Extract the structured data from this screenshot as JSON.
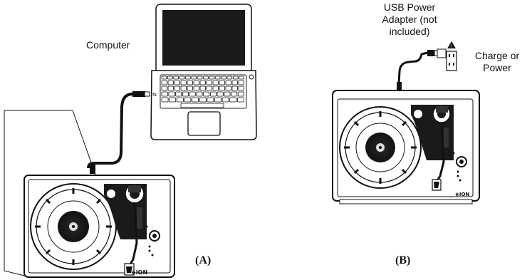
{
  "labels": {
    "computer": "Computer",
    "usb_adapter_line1": "USB Power",
    "usb_adapter_line2": "Adapter (not",
    "usb_adapter_line3": "included)",
    "charge_line1": "Charge or",
    "charge_line2": "Power"
  },
  "captions": {
    "a": "(A)",
    "b": "(B)"
  },
  "brand": "ION",
  "icons": [
    "laptop-icon",
    "turntable-icon",
    "usb-plug-icon",
    "power-outlet-icon",
    "warning-icon"
  ],
  "colors": {
    "ink": "#111111",
    "body": "#ffffff",
    "dark": "#1a1a1a",
    "platter": "#2b2b2b"
  }
}
